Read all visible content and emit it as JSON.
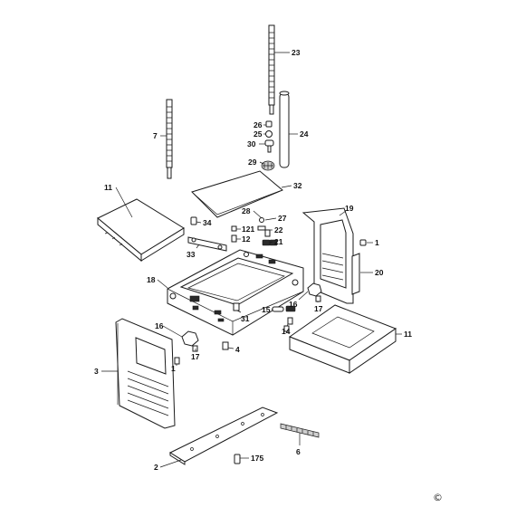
{
  "diagram": {
    "copyright_mark": "©",
    "labels": {
      "p23": "23",
      "p7": "7",
      "p26": "26",
      "p25": "25",
      "p24": "24",
      "p30": "30",
      "p29": "29",
      "p32": "32",
      "p11a": "11",
      "p28": "28",
      "p27": "27",
      "p34": "34",
      "p121": "121",
      "p22": "22",
      "p12": "12",
      "p21": "21",
      "p19": "19",
      "p1a": "1",
      "p33": "33",
      "p20": "20",
      "p18": "18",
      "p16a": "16",
      "p17a": "17",
      "p15": "15",
      "p31": "31",
      "p16b": "16",
      "p17b": "17",
      "p14": "14",
      "p11b": "11",
      "p4": "4",
      "p3": "3",
      "p1b": "1",
      "p6": "6",
      "p2": "2",
      "p175": "175"
    }
  }
}
